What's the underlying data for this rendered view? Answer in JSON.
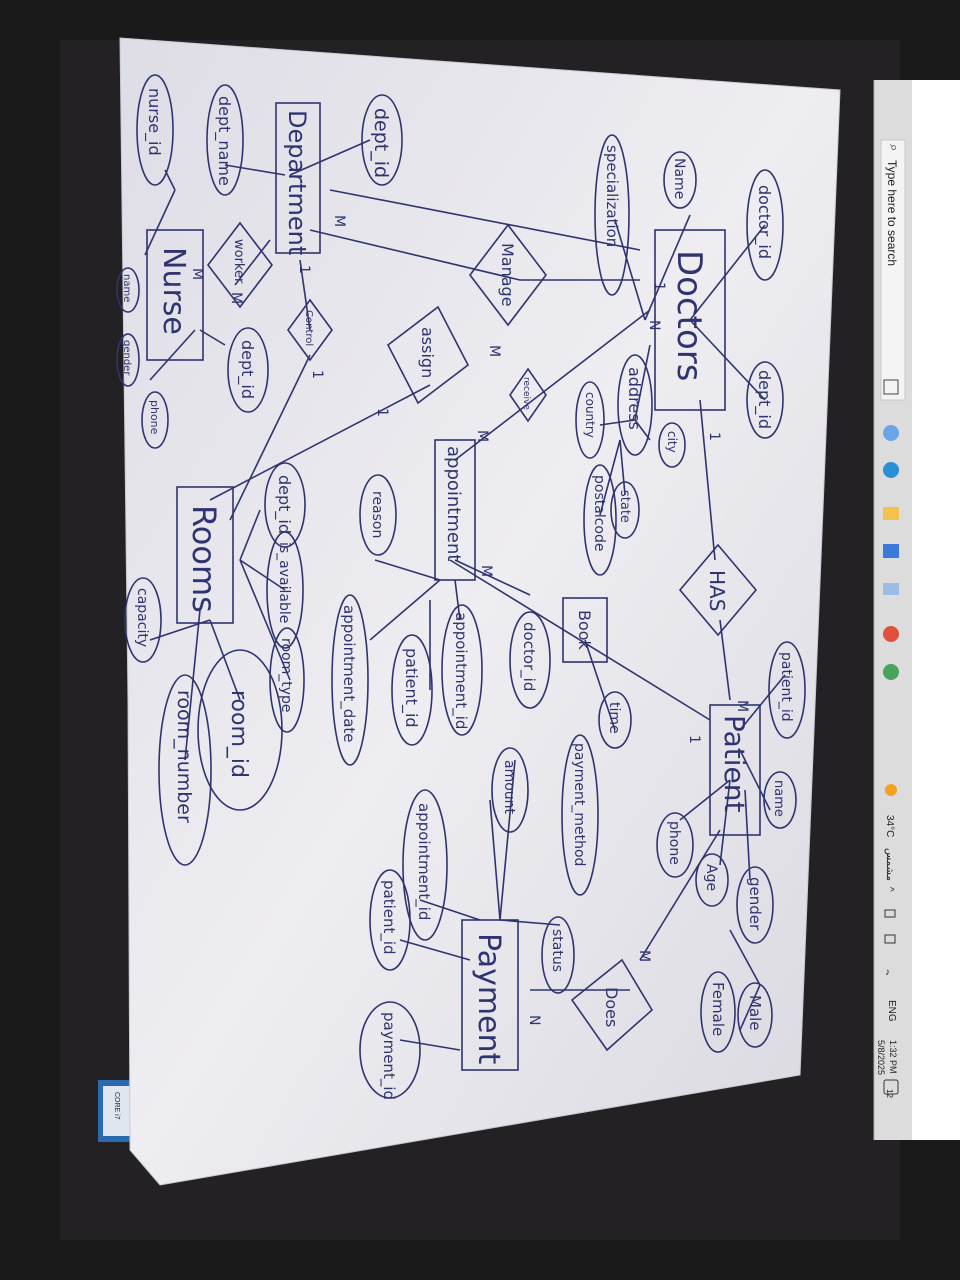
{
  "taskbar": {
    "search_placeholder": "Type here to search",
    "weather_temp": "34°C",
    "weather_desc": "مشمس",
    "language": "ENG",
    "time": "1:32 PM",
    "date": "5/8/2025",
    "notification_count": "12"
  },
  "laptop_sticker": "CORE i7",
  "diagram": {
    "entities": {
      "doctors": "Doctors",
      "department": "Department",
      "nurse": "Nurse",
      "appointment": "appointment",
      "rooms": "Rooms",
      "patient": "Patient",
      "payment": "Payment"
    },
    "relationships": {
      "manage": "Manage",
      "assign": "assign",
      "has": "HAS",
      "book": "Book",
      "does": "Does",
      "worker": "worker",
      "control": "Control",
      "receive": "receive"
    },
    "attributes": {
      "doctor_id": "doctor_id",
      "doctor_name": "Name",
      "specialization": "specialization",
      "doctor_dept_id": "dept_id",
      "address": "address",
      "city": "city",
      "state": "state",
      "country": "country",
      "postal_code": "postalcode",
      "dept_id": "dept_id",
      "dept_name": "dept_name",
      "nurse_id": "nurse_id",
      "nurse_name": "name",
      "nurse_gender": "gender",
      "nurse_phone": "phone",
      "nurse_dept_id": "dept_id",
      "reason": "reason",
      "appt_doctor_id": "doctor_id",
      "appointment_id": "appointment_id",
      "appt_patient_id": "patient_id",
      "appointment_date": "appointment_date",
      "time": "time",
      "room_dept_id": "dept_id",
      "is_available": "is_available",
      "room_type": "room_type",
      "room_id": "room_id",
      "capacity": "capacity",
      "room_number": "room_number",
      "patient_id": "patient_id",
      "patient_name": "name",
      "patient_phone": "phone",
      "age": "Age",
      "gender": "gender",
      "male": "Male",
      "female": "Female",
      "payment_method": "payment_method",
      "amount": "amount",
      "status": "status",
      "pay_appointment_id": "appointment_id",
      "pay_patient_id": "patient_id",
      "payment_id": "payment_id"
    },
    "cardinalities": [
      "1",
      "M",
      "1",
      "M",
      "N",
      "M",
      "1",
      "M",
      "N",
      "1",
      "M",
      "1",
      "1",
      "M",
      "M",
      "M"
    ]
  },
  "colors": {
    "ink": "#2f3470",
    "paper": "#ecebf0",
    "screen": "#ffffff",
    "laptop_body": "#1b1a1b"
  }
}
